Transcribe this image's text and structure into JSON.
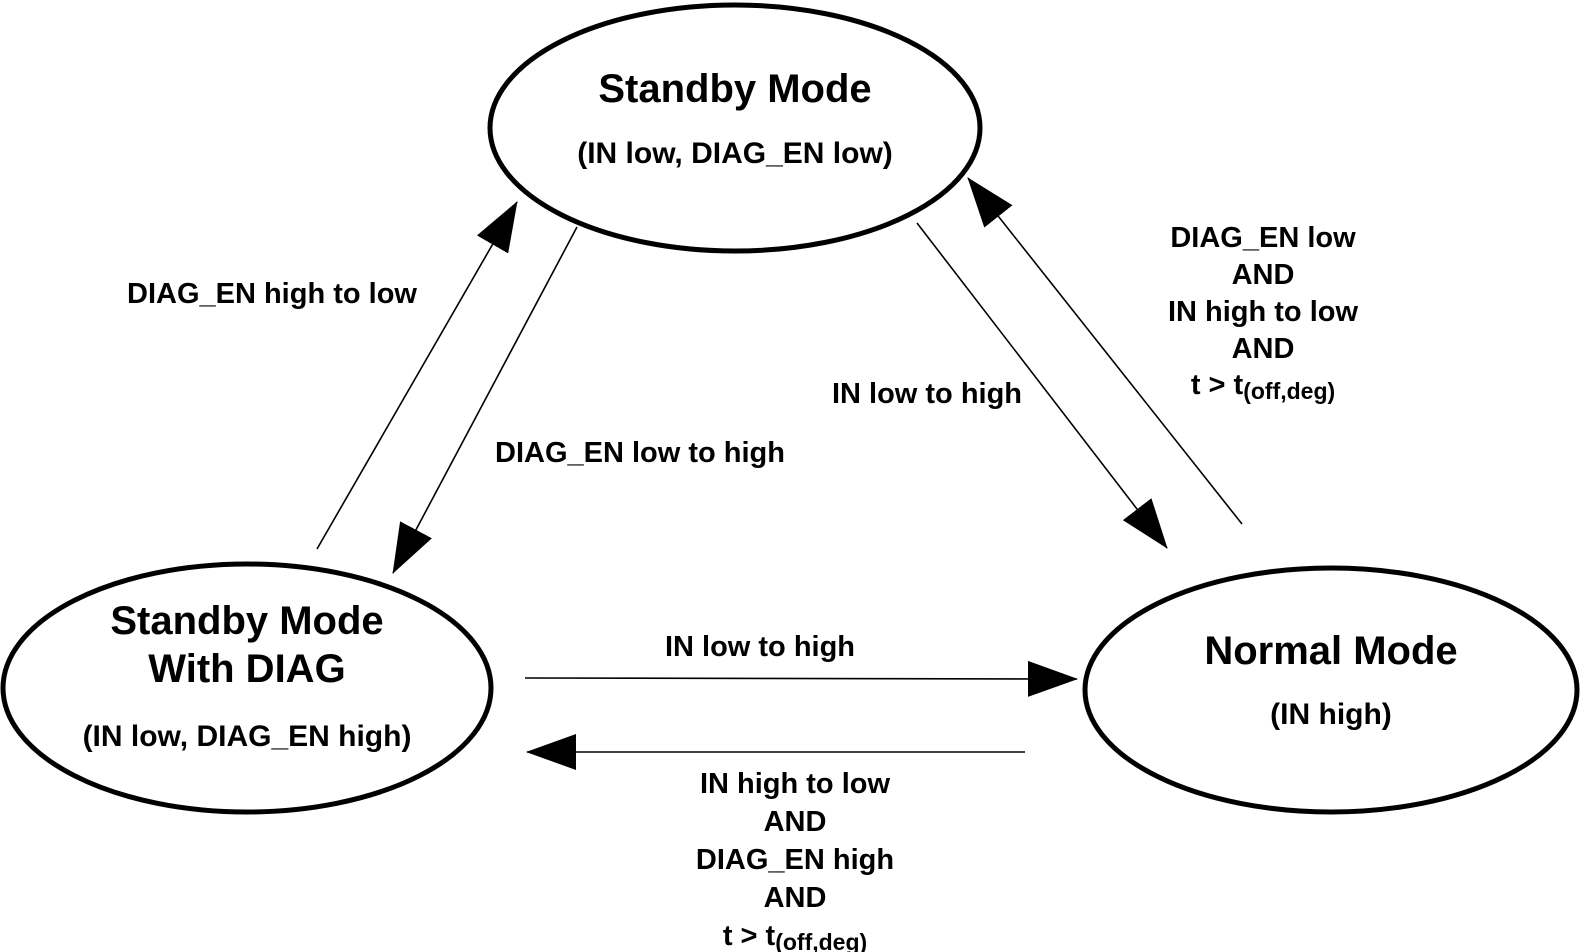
{
  "figure": {
    "type": "state-diagram",
    "background_color": "#ffffff",
    "line_color": "#000000",
    "text_color": "#000000"
  },
  "states": {
    "standby": {
      "title": "Standby Mode",
      "subtitle": "(IN low, DIAG_EN low)"
    },
    "standby_with_diag": {
      "title_line1": "Standby Mode",
      "title_line2": "With DIAG",
      "subtitle": "(IN low, DIAG_EN high)"
    },
    "normal": {
      "title": "Normal Mode",
      "subtitle": "(IN high)"
    }
  },
  "transitions": {
    "standby_with_diag_to_standby": {
      "label": "DIAG_EN high to low"
    },
    "standby_to_standby_with_diag": {
      "label": "DIAG_EN  low to high"
    },
    "standby_to_normal": {
      "label": "IN low to high"
    },
    "normal_to_standby": {
      "line1": "DIAG_EN low",
      "line2": "AND",
      "line3": "IN high to low",
      "line4": "AND",
      "line5_main": "t > t",
      "line5_sub": "(off,deg)"
    },
    "standby_with_diag_to_normal": {
      "label": "IN low to high"
    },
    "normal_to_standby_with_diag": {
      "line1": "IN high to low",
      "line2": "AND",
      "line3": "DIAG_EN high",
      "line4": "AND",
      "line5_main": "t > t",
      "line5_sub": "(off,deg)"
    }
  }
}
